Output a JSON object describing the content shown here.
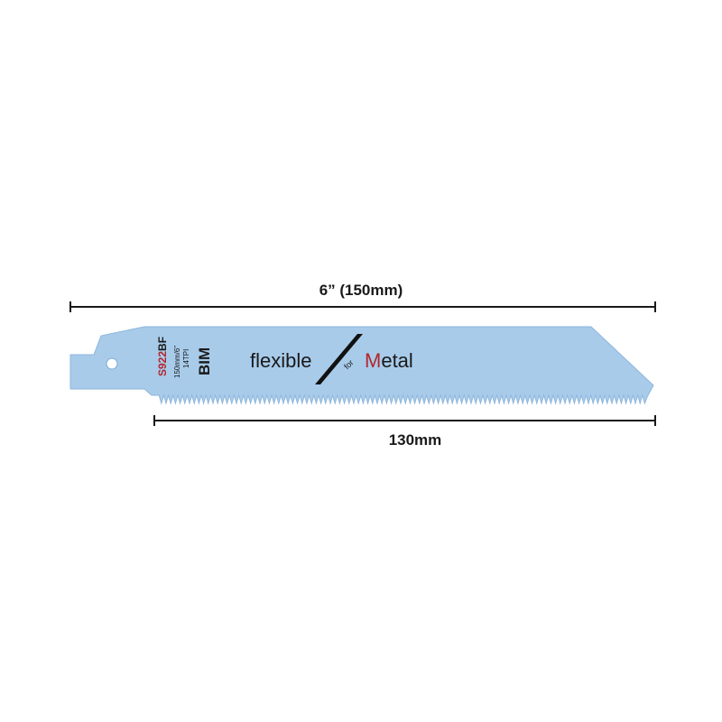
{
  "dimensions": {
    "overall_length": "6” (150mm)",
    "cutting_length": "130mm"
  },
  "blade": {
    "model_prefix": "S922",
    "model_suffix": "BF",
    "size_marking": "150mm/6”",
    "tpi_marking": "14TPI",
    "material": "BIM",
    "brand_word_1": "flexible",
    "brand_connector": "for",
    "brand_word_2_initial": "M",
    "brand_word_2_rest": "etal"
  },
  "colors": {
    "blade_blue": "#a8cbea",
    "accent_red": "#b3262d",
    "text_dark": "#1a1a1a"
  }
}
